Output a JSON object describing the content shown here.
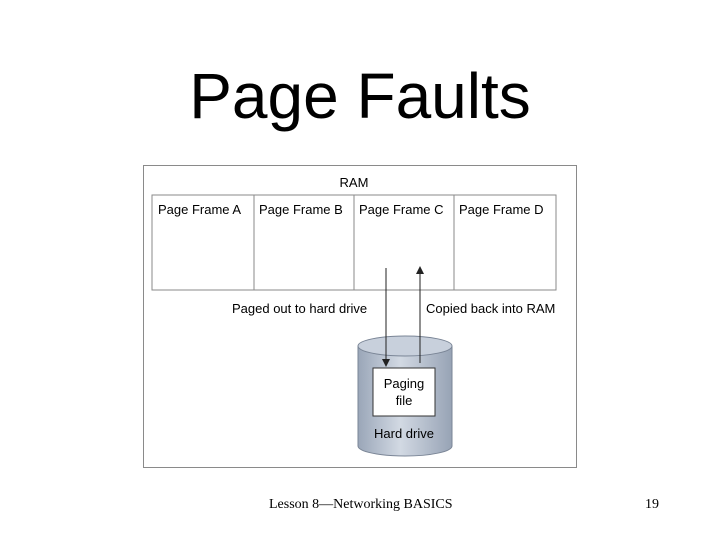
{
  "slide": {
    "title": "Page Faults",
    "footer_left": "Lesson 8—Networking BASICS",
    "page_number": "19"
  },
  "diagram": {
    "ram_label": "RAM",
    "page_frames": [
      "Page Frame A",
      "Page Frame B",
      "Page Frame C",
      "Page Frame D"
    ],
    "paged_out_label": "Paged out to hard drive",
    "copied_back_label": "Copied back into RAM",
    "paging_file_label_line1": "Paging",
    "paging_file_label_line2": "file",
    "hard_drive_label": "Hard drive",
    "colors": {
      "frame_border": "#8a8a8a",
      "disk_fill_top": "#c8d0dc",
      "disk_fill_side": "#a9b4c4",
      "disk_stroke": "#7a8596"
    }
  }
}
